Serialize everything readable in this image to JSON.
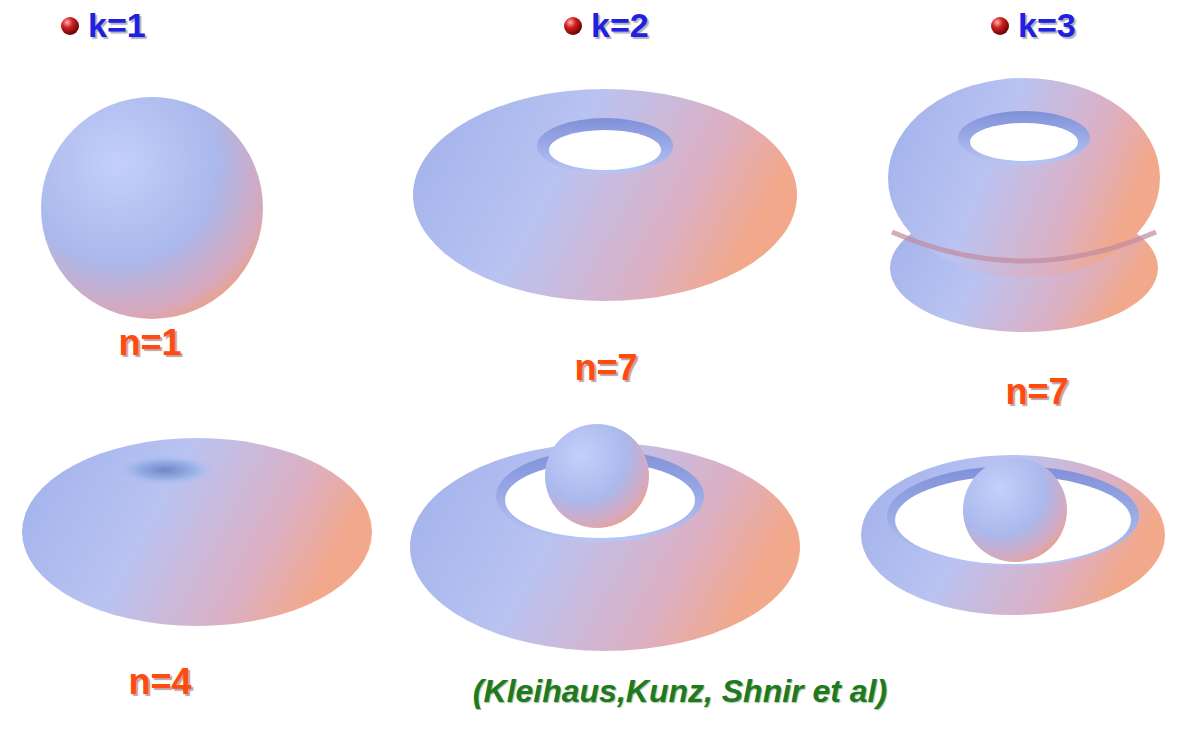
{
  "diagram": {
    "labels": [
      "k=1",
      "k=2",
      "k=3",
      "n=1",
      "n=7",
      "n=7",
      "n=4",
      "(Kleihaus,Kunz, Shnir et al)"
    ]
  }
}
